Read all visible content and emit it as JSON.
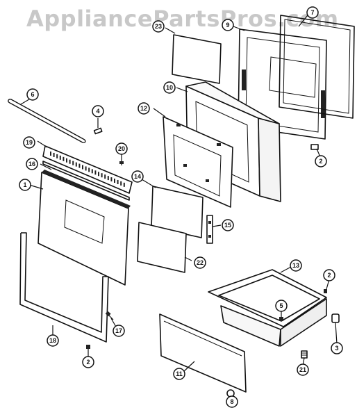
{
  "watermark": "AppliancePartsPros.com",
  "callouts": [
    "1",
    "2",
    "2",
    "2",
    "3",
    "4",
    "5",
    "6",
    "7",
    "8",
    "9",
    "10",
    "11",
    "12",
    "13",
    "14",
    "15",
    "16",
    "17",
    "18",
    "19",
    "20",
    "21",
    "22",
    "23"
  ]
}
